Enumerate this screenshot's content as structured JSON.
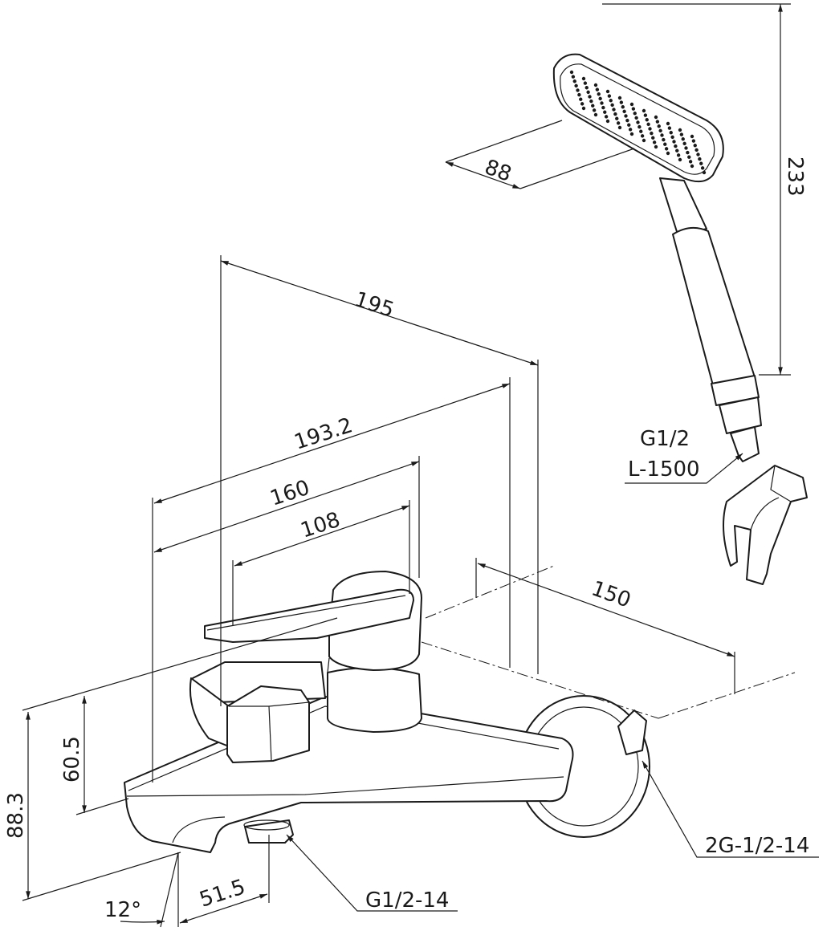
{
  "drawing": {
    "dimensions": {
      "head_width": "88",
      "hand_shower_length": "233",
      "overall_depth": "195",
      "body_depth": "193.2",
      "spout_length": "160",
      "lever_length": "108",
      "inlet_spacing": "150",
      "spout_height": "60.5",
      "total_height": "88.3",
      "spout_angle": "12°",
      "outlet_offset": "51.5"
    },
    "callouts": {
      "hose_thread": "G1/2",
      "hose_length": "L-1500",
      "outlet_thread": "G1/2-14",
      "inlet_thread": "2G-1/2-14"
    }
  }
}
